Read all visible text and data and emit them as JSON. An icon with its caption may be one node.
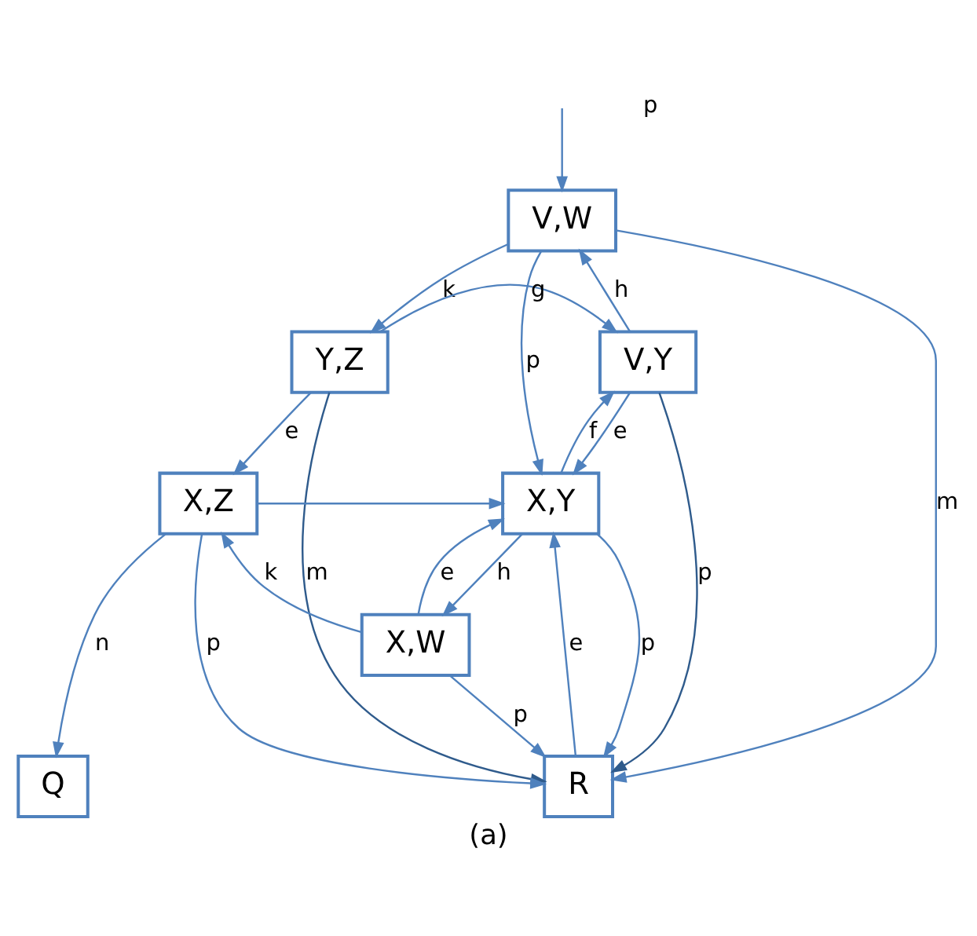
{
  "diagram": {
    "caption": "(a)",
    "nodes": [
      {
        "text": [
          "V,W"
        ]
      },
      {
        "text": [
          "Y,Z"
        ]
      },
      {
        "text": [
          "V,Y"
        ]
      },
      {
        "text": [
          "X,Z"
        ]
      },
      {
        "text": [
          "X,Y"
        ]
      },
      {
        "text": [
          "X,W"
        ]
      },
      {
        "text": [
          "Q"
        ]
      },
      {
        "text": [
          "R"
        ]
      }
    ],
    "edges": [
      {
        "from": null,
        "to": 0,
        "arrow": "to"
      },
      {
        "from": 0,
        "to": 1,
        "arrow": "to",
        "label": "k"
      },
      {
        "from": 2,
        "to": 0,
        "arrow": "to",
        "label": "h"
      },
      {
        "from": 1,
        "to": 2,
        "arrow": "to",
        "label": "g"
      },
      {
        "from": 0,
        "to": 7,
        "arrow": "to",
        "label": "m"
      },
      {
        "from": 0,
        "to": 4,
        "arrow": "to",
        "label": "p"
      },
      {
        "from": 1,
        "to": 3,
        "arrow": "to",
        "label": "e"
      },
      {
        "from": 2,
        "to": 4,
        "arrow": "to",
        "label": "e"
      },
      {
        "from": 4,
        "to": 2,
        "arrow": "to",
        "label": "f"
      },
      {
        "from": 3,
        "to": 4,
        "arrow": "to"
      },
      {
        "from": 2,
        "to": 7,
        "arrow": "to",
        "label": "p",
        "color": "#2f5b8c"
      },
      {
        "from": 1,
        "to": 7,
        "arrow": "to",
        "label": "m",
        "color": "#2f5b8c"
      },
      {
        "from": 5,
        "to": 4,
        "arrow": "to",
        "label": "e"
      },
      {
        "from": 4,
        "to": 5,
        "arrow": "to",
        "label": "h"
      },
      {
        "from": 5,
        "to": 3,
        "arrow": "to",
        "label": "k"
      },
      {
        "from": 4,
        "to": 7,
        "arrow": "to",
        "label": "p"
      },
      {
        "from": 7,
        "to": 4,
        "arrow": "to",
        "label": "e"
      },
      {
        "from": 5,
        "to": 7,
        "arrow": "to",
        "label": "p"
      },
      {
        "from": 3,
        "to": 6,
        "arrow": "to",
        "label": "n"
      },
      {
        "from": 3,
        "to": 7,
        "arrow": "to",
        "label": "p"
      }
    ],
    "labels": [
      "p"
    ]
  }
}
